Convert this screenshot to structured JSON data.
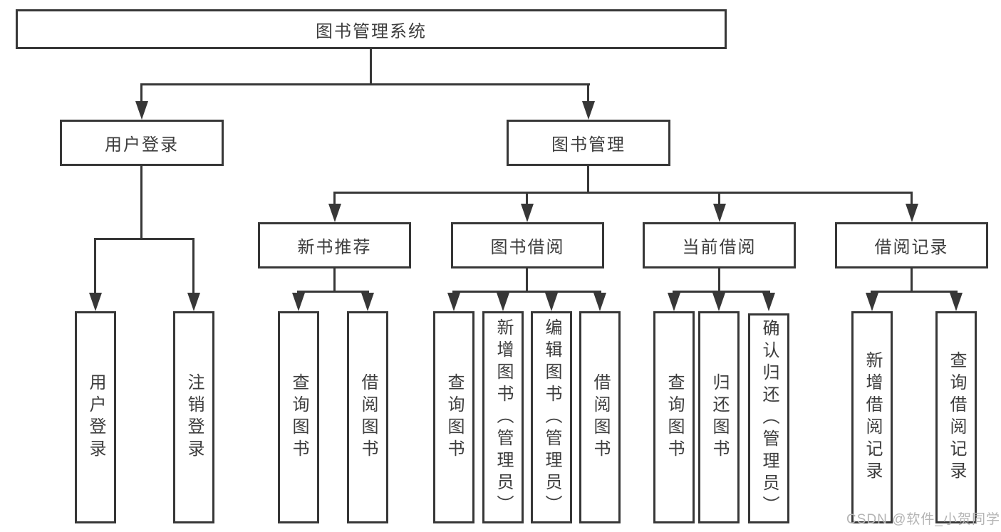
{
  "diagram": {
    "root": {
      "label": "图书管理系统"
    },
    "level2": {
      "user_login": {
        "label": "用户登录",
        "children": [
          "用户登录",
          "注销登录"
        ]
      },
      "book_mgmt": {
        "label": "图书管理"
      }
    },
    "level3": {
      "new_books": {
        "label": "新书推荐",
        "children": [
          "查询图书",
          "借阅图书"
        ]
      },
      "book_borrow": {
        "label": "图书借阅",
        "children": [
          "查询图书",
          "新增图书（管理员）",
          "编辑图书（管理员）",
          "借阅图书"
        ]
      },
      "current_borrow": {
        "label": "当前借阅",
        "children": [
          "查询图书",
          "归还图书",
          "确认归还（管理员）"
        ]
      },
      "borrow_records": {
        "label": "借阅记录",
        "children": [
          "新增借阅记录",
          "查询借阅记录"
        ]
      }
    }
  },
  "watermark": {
    "text": "CSDN @软件_小贺同学"
  },
  "colors": {
    "line": "#373737",
    "text": "#3d3d3d",
    "watermark": "#b4b4b4",
    "background": "#ffffff"
  }
}
